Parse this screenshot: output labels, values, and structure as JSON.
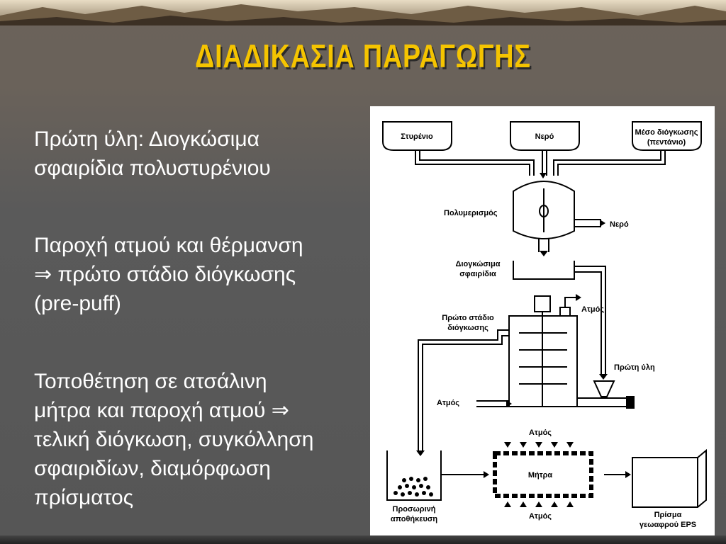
{
  "slide": {
    "title": "ΔΙΑΔΙΚΑΣΙΑ  ΠΑΡΑΓΩΓΗΣ",
    "bullets": [
      {
        "lines": [
          "Πρώτη ύλη: Διογκώσιμα",
          "σφαιρίδια πολυστυρένιου"
        ]
      },
      {
        "lines": [
          "Παροχή ατμού και θέρμανση",
          "⇒ πρώτο στάδιο διόγκωσης",
          "(pre-puff)"
        ]
      },
      {
        "lines": [
          "Τοποθέτηση σε ατσάλινη",
          "μήτρα και παροχή ατμού ⇒",
          "τελική διόγκωση, συγκόλληση",
          "σφαιριδίων, διαμόρφωση",
          "πρίσματος"
        ]
      }
    ]
  },
  "diagram": {
    "tank_styrene": "Στυρένιο",
    "tank_water": "Νερό",
    "tank_agent_line1": "Μέσο διόγκωσης",
    "tank_agent_line2": "(πεντάνιο)",
    "polymerization": "Πολυμερισμός",
    "water_out": "Νερό",
    "beads_line1": "Διογκώσιμα",
    "beads_line2": "σφαιρίδια",
    "steam_top": "Ατμός",
    "preexp_line1": "Πρώτο στάδιο",
    "preexp_line2": "διόγκωσης",
    "raw_material": "Πρώτη ύλη",
    "steam_left": "Ατμός",
    "steam_mold_top": "Ατμός",
    "mold": "Μήτρα",
    "steam_mold_bottom": "Ατμός",
    "storage_line1": "Προσωρινή",
    "storage_line2": "αποθήκευση",
    "block_line1": "Πρίσμα",
    "block_line2": "γεωαφρού EPS"
  }
}
